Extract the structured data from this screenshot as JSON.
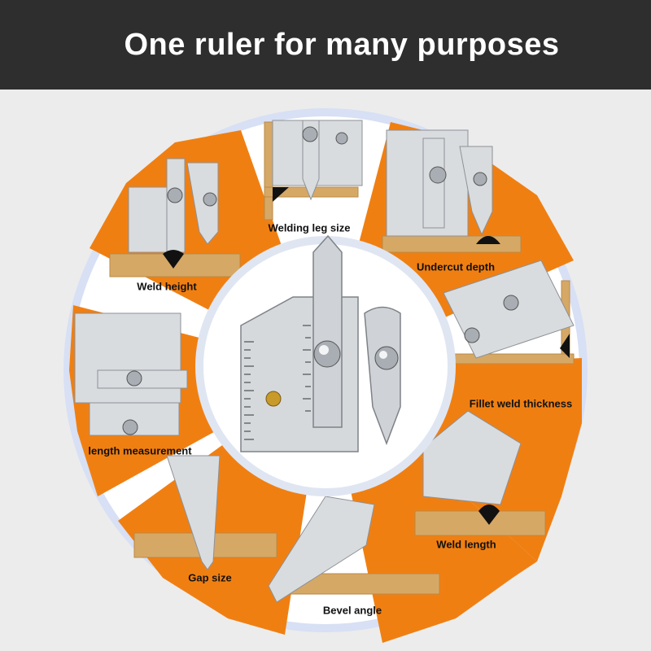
{
  "banner": {
    "title": "One ruler for many purposes"
  },
  "labels": {
    "welding_leg_size": "Welding leg size",
    "undercut_depth": "Undercut depth",
    "weld_height": "Weld height",
    "fillet_weld_thickness": "Fillet weld thickness",
    "length_measurement": "length measurement",
    "weld_length": "Weld length",
    "gap_size": "Gap size",
    "bevel_angle": "Bevel angle"
  },
  "colors": {
    "banner": "#2e2e2e",
    "orange": "#f07f12",
    "wood": "#d6a866",
    "steel": "#d9dcdf",
    "ring": "#d2dcf2"
  }
}
